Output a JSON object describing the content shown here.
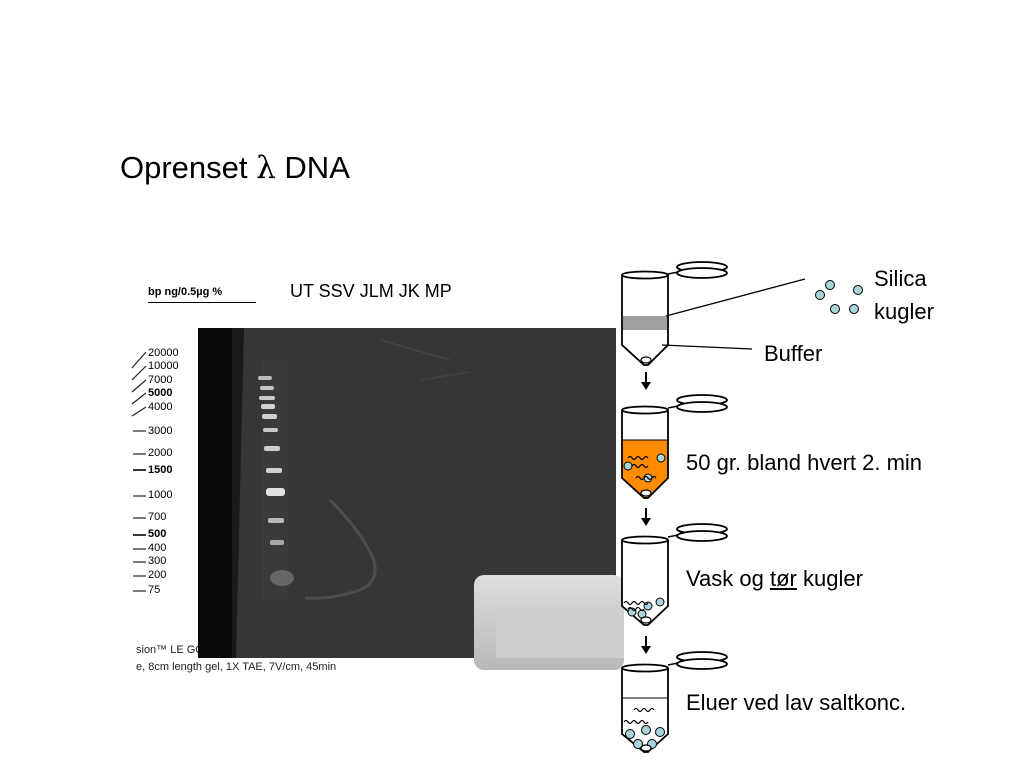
{
  "slide": {
    "title_prefix": "Oprenset",
    "title_symbol": "λ",
    "title_suffix": "DNA",
    "lane_labels": "UT SSV JLM JK MP"
  },
  "ladder": {
    "header": "bp    ng/0.5µg  %",
    "markers": [
      {
        "label": "20000",
        "bold": false
      },
      {
        "label": "10000",
        "bold": false
      },
      {
        "label": "7000",
        "bold": false
      },
      {
        "label": "5000",
        "bold": true
      },
      {
        "label": "4000",
        "bold": false
      },
      {
        "label": "3000",
        "bold": false
      },
      {
        "label": "2000",
        "bold": false
      },
      {
        "label": "1500",
        "bold": true
      },
      {
        "label": "1000",
        "bold": false
      },
      {
        "label": "700",
        "bold": false
      },
      {
        "label": "500",
        "bold": true
      },
      {
        "label": "400",
        "bold": false
      },
      {
        "label": "300",
        "bold": false
      },
      {
        "label": "200",
        "bold": false
      },
      {
        "label": "75",
        "bold": false
      }
    ],
    "caption_line1": "sion™ LE GQ A",
    "caption_line2": "e, 8cm length gel, 1X TAE, 7V/cm, 45min"
  },
  "protocol": {
    "silica_label_line1": "Silica",
    "silica_label_line2": "kugler",
    "buffer_label": "Buffer",
    "step2_label": "50 gr. bland hvert 2. min",
    "step3_before": "Vask og ",
    "step3_underlined": "tør",
    "step3_after": " kugler",
    "step4_label": "Eluer ved lav saltkonc."
  },
  "colors": {
    "gel_background": "#363636",
    "gel_band": "#dcdcdc",
    "tube_fill_heated": "#ff8c00",
    "bead_fill": "#a9d4dc",
    "buffer_band": "#a0a0a0"
  }
}
